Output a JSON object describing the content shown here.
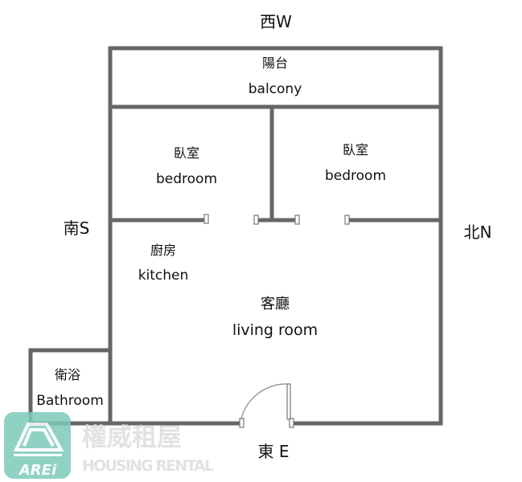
{
  "directions": {
    "west": "西W",
    "south": "南S",
    "north": "北N",
    "east": "東 E"
  },
  "rooms": {
    "balcony": {
      "zh": "陽台",
      "en": "balcony"
    },
    "bedroom1": {
      "zh": "臥室",
      "en": "bedroom"
    },
    "bedroom2": {
      "zh": "臥室",
      "en": "bedroom"
    },
    "kitchen": {
      "zh": "廚房",
      "en": "kitchen"
    },
    "living": {
      "zh": "客廳",
      "en": "living room"
    },
    "bathroom": {
      "zh": "衛浴",
      "en": "Bathroom"
    }
  },
  "watermark": {
    "logo_text": "AREi",
    "name_zh": "權威租屋",
    "name_en": "HOUSING RENTAL",
    "color": "#7ccbb9"
  },
  "colors": {
    "wall": "#666666"
  }
}
